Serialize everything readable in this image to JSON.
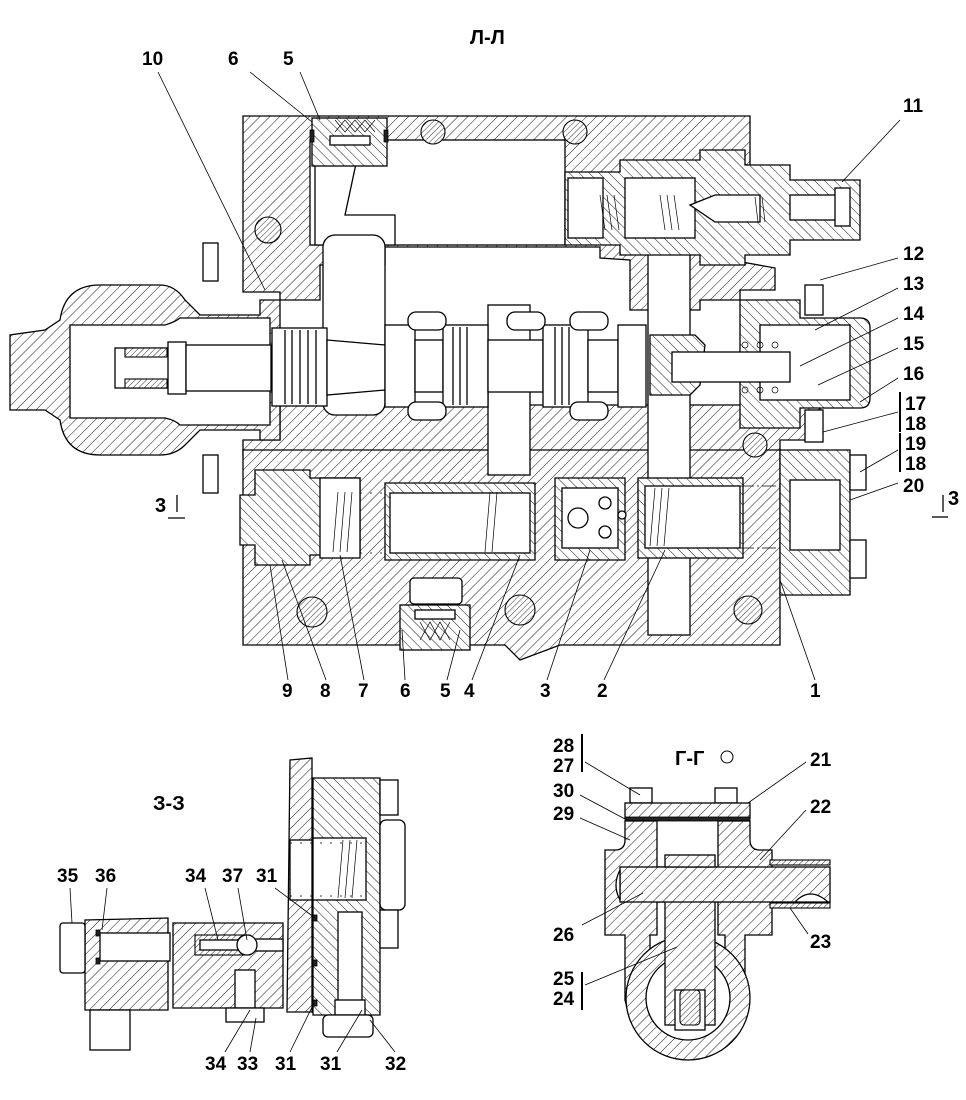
{
  "title": "Л-Л",
  "views": {
    "main": {
      "section_label": "Л-Л",
      "cut_marker_left": "3",
      "cut_marker_right": "3",
      "callouts_top": [
        "10",
        "6",
        "5",
        "11"
      ],
      "callouts_right": [
        "12",
        "13",
        "14",
        "15",
        "16",
        "17",
        "18",
        "19",
        "18",
        "20"
      ],
      "callouts_bottom": [
        "9",
        "8",
        "7",
        "6",
        "5",
        "4",
        "3",
        "2",
        "1"
      ]
    },
    "section_3_3": {
      "label": "З-З",
      "callouts_top": [
        "35",
        "36",
        "34",
        "37",
        "31"
      ],
      "callouts_bottom": [
        "34",
        "33",
        "31",
        "31",
        "32"
      ]
    },
    "section_g_g": {
      "label": "Г-Г",
      "marker_icon": "circle-outline",
      "callouts_left": [
        "28",
        "27",
        "30",
        "29",
        "26",
        "25",
        "24"
      ],
      "callouts_right": [
        "21",
        "22",
        "23"
      ]
    }
  }
}
